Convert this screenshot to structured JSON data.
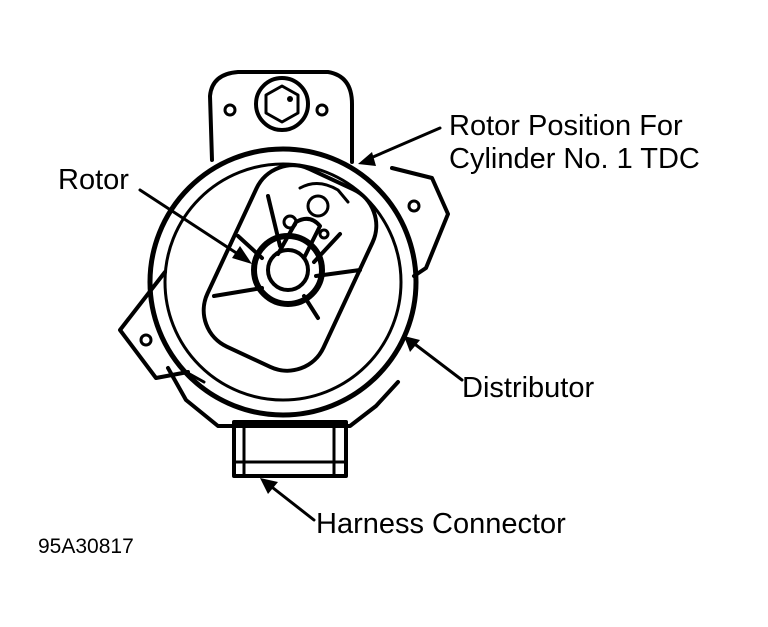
{
  "labels": {
    "rotor_position_line1": "Rotor Position For",
    "rotor_position_line2": "Cylinder No. 1 TDC",
    "rotor": "Rotor",
    "distributor": "Distributor",
    "harness_connector": "Harness Connector",
    "figure_code": "95A30817"
  },
  "colors": {
    "ink": "#000000",
    "paper": "#ffffff"
  }
}
